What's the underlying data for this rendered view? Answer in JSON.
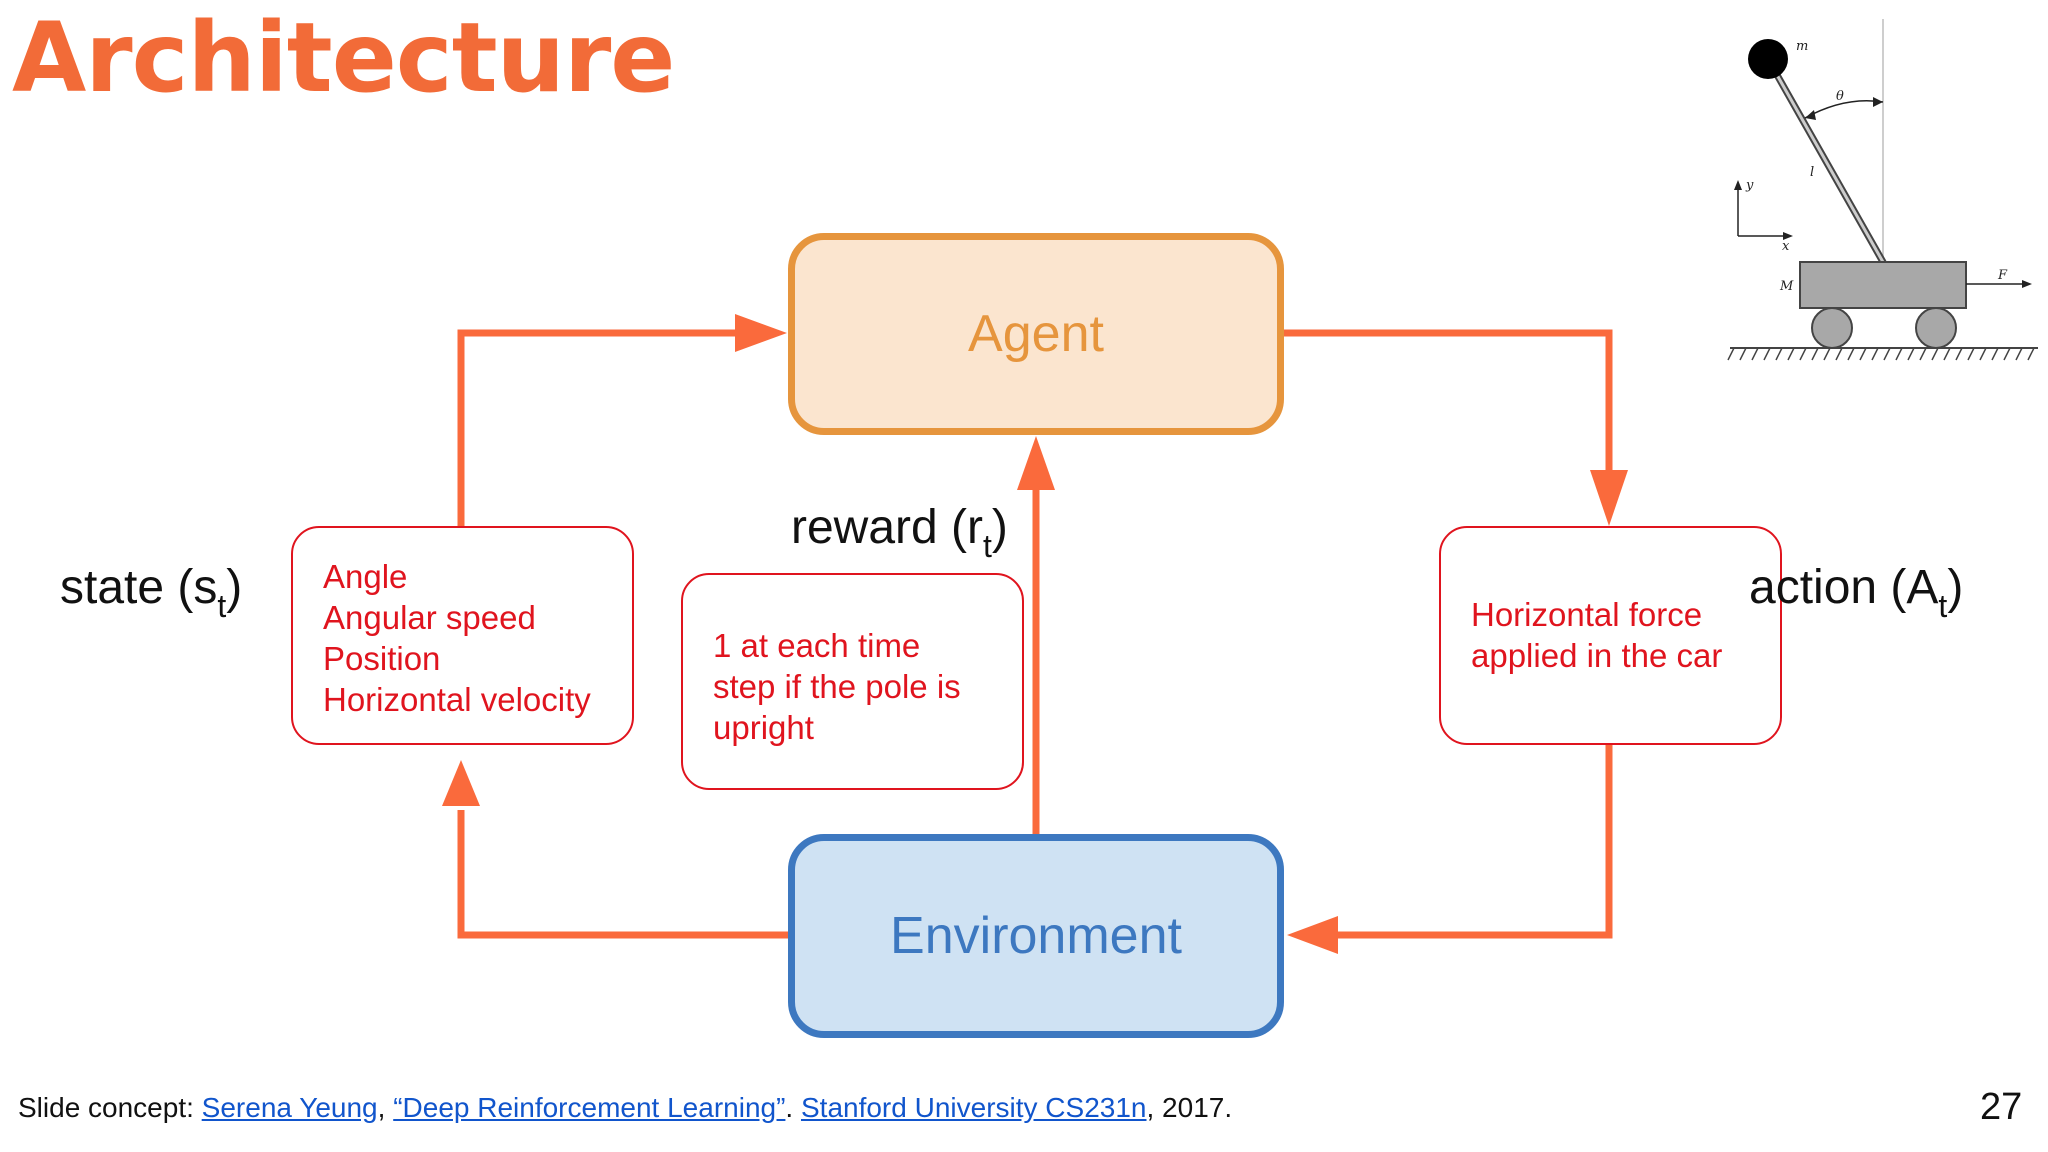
{
  "title": "Architecture",
  "nodes": {
    "agent": "Agent",
    "environment": "Environment"
  },
  "labels": {
    "state": {
      "text": "state (s",
      "sub": "t",
      "close": ")"
    },
    "reward": {
      "text": "reward (r",
      "sub": "t",
      "close": ")"
    },
    "action": {
      "text": "action (A",
      "sub": "t",
      "close": ")"
    }
  },
  "state_box": [
    "Angle",
    "Angular speed",
    "Position",
    "Horizontal velocity"
  ],
  "reward_box": [
    "1 at each time",
    "step if the pole is",
    "upright"
  ],
  "action_box": [
    "Horizontal force",
    "applied in the car"
  ],
  "cartpole": {
    "m": "m",
    "theta": "θ",
    "l": "l",
    "y": "y",
    "x": "x",
    "M": "M",
    "F": "F"
  },
  "footer": {
    "prefix": "Slide concept: ",
    "author": "Serena Yeung",
    "sep1": ", ",
    "talk": "“Deep Reinforcement Learning”",
    "sep2": ". ",
    "course": "Stanford University CS231n",
    "suffix": ", 2017."
  },
  "page_number": "27",
  "colors": {
    "title": "#f26b38",
    "arrow": "#fa6a3c",
    "agent_fill": "#fbe5cf",
    "agent_border": "#e6953d",
    "env_fill": "#cfe2f3",
    "env_border": "#3d78c0",
    "info_text": "#e0141e",
    "link": "#1155cc"
  }
}
